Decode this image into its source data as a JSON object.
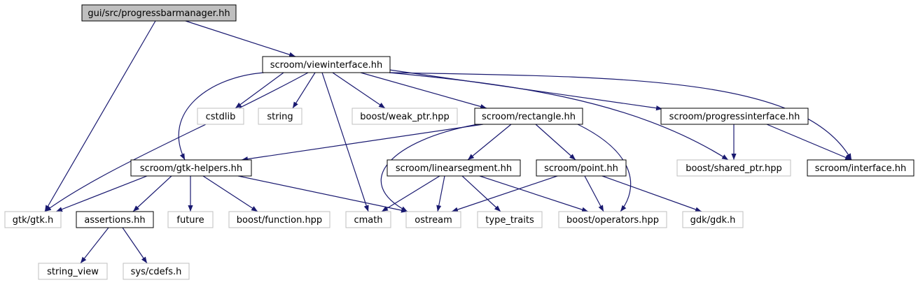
{
  "colors": {
    "edge": "#191970",
    "node_border_local": "#000000",
    "node_border_external": "#bfbfbf",
    "root_fill": "#bfbfbf",
    "node_fill": "#ffffff"
  },
  "nodes": [
    {
      "id": "root",
      "label": "gui/src/progressbarmanager.hh",
      "kind": "root"
    },
    {
      "id": "viewinterface",
      "label": "scroom/viewinterface.hh",
      "kind": "local"
    },
    {
      "id": "cstdlib",
      "label": "cstdlib",
      "kind": "external"
    },
    {
      "id": "string",
      "label": "string",
      "kind": "external"
    },
    {
      "id": "weak_ptr",
      "label": "boost/weak_ptr.hpp",
      "kind": "external"
    },
    {
      "id": "rectangle",
      "label": "scroom/rectangle.hh",
      "kind": "local"
    },
    {
      "id": "progressinterface",
      "label": "scroom/progressinterface.hh",
      "kind": "local"
    },
    {
      "id": "gtkhelpers",
      "label": "scroom/gtk-helpers.hh",
      "kind": "local"
    },
    {
      "id": "linearsegment",
      "label": "scroom/linearsegment.hh",
      "kind": "local"
    },
    {
      "id": "point",
      "label": "scroom/point.hh",
      "kind": "local"
    },
    {
      "id": "shared_ptr",
      "label": "boost/shared_ptr.hpp",
      "kind": "external"
    },
    {
      "id": "interface",
      "label": "scroom/interface.hh",
      "kind": "local"
    },
    {
      "id": "gtk",
      "label": "gtk/gtk.h",
      "kind": "external"
    },
    {
      "id": "assertions",
      "label": "assertions.hh",
      "kind": "local"
    },
    {
      "id": "future",
      "label": "future",
      "kind": "external"
    },
    {
      "id": "function",
      "label": "boost/function.hpp",
      "kind": "external"
    },
    {
      "id": "cmath",
      "label": "cmath",
      "kind": "external"
    },
    {
      "id": "ostream",
      "label": "ostream",
      "kind": "external"
    },
    {
      "id": "type_traits",
      "label": "type_traits",
      "kind": "external"
    },
    {
      "id": "operators",
      "label": "boost/operators.hpp",
      "kind": "external"
    },
    {
      "id": "gdk",
      "label": "gdk/gdk.h",
      "kind": "external"
    },
    {
      "id": "string_view",
      "label": "string_view",
      "kind": "external"
    },
    {
      "id": "cdefs",
      "label": "sys/cdefs.h",
      "kind": "external"
    }
  ],
  "edges": [
    [
      "root",
      "viewinterface"
    ],
    [
      "root",
      "gtk"
    ],
    [
      "viewinterface",
      "cstdlib"
    ],
    [
      "viewinterface",
      "string"
    ],
    [
      "viewinterface",
      "weak_ptr"
    ],
    [
      "viewinterface",
      "rectangle"
    ],
    [
      "viewinterface",
      "progressinterface"
    ],
    [
      "viewinterface",
      "shared_ptr"
    ],
    [
      "viewinterface",
      "interface"
    ],
    [
      "viewinterface",
      "gtkhelpers"
    ],
    [
      "viewinterface",
      "gtk"
    ],
    [
      "viewinterface",
      "cmath"
    ],
    [
      "rectangle",
      "gtkhelpers"
    ],
    [
      "rectangle",
      "linearsegment"
    ],
    [
      "rectangle",
      "point"
    ],
    [
      "rectangle",
      "ostream"
    ],
    [
      "rectangle",
      "operators"
    ],
    [
      "progressinterface",
      "shared_ptr"
    ],
    [
      "progressinterface",
      "interface"
    ],
    [
      "gtkhelpers",
      "gtk"
    ],
    [
      "gtkhelpers",
      "assertions"
    ],
    [
      "gtkhelpers",
      "future"
    ],
    [
      "gtkhelpers",
      "function"
    ],
    [
      "gtkhelpers",
      "ostream"
    ],
    [
      "linearsegment",
      "cmath"
    ],
    [
      "linearsegment",
      "ostream"
    ],
    [
      "linearsegment",
      "type_traits"
    ],
    [
      "linearsegment",
      "operators"
    ],
    [
      "point",
      "ostream"
    ],
    [
      "point",
      "operators"
    ],
    [
      "point",
      "gdk"
    ],
    [
      "assertions",
      "string_view"
    ],
    [
      "assertions",
      "cdefs"
    ]
  ]
}
